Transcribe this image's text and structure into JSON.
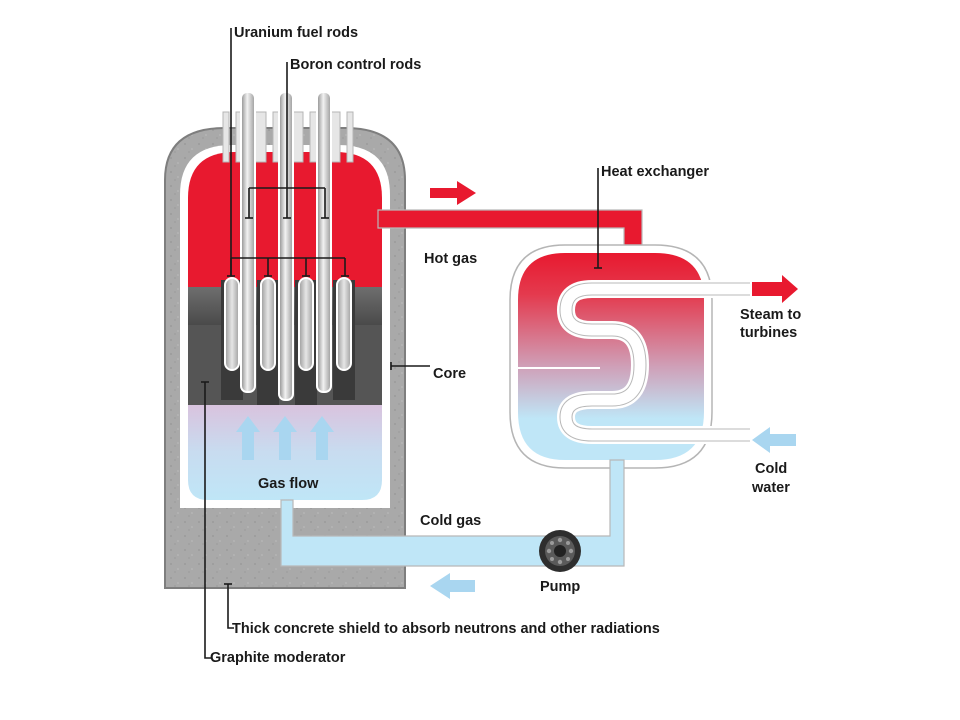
{
  "labels": {
    "uranium_fuel_rods": "Uranium fuel rods",
    "boron_control_rods": "Boron control rods",
    "heat_exchanger": "Heat exchanger",
    "hot_gas": "Hot gas",
    "steam_to_turbines_line1": "Steam to",
    "steam_to_turbines_line2": "turbines",
    "core": "Core",
    "cold_water_line1": "Cold",
    "cold_water_line2": "water",
    "gas_flow": "Gas flow",
    "cold_gas": "Cold gas",
    "pump": "Pump",
    "concrete_shield": "Thick concrete shield to absorb neutrons and other radiations",
    "graphite_moderator": "Graphite moderator"
  },
  "colors": {
    "hot": "#e8192f",
    "cold": "#bfe6f7",
    "concrete": "#a7a7a7",
    "graphite": "#5c5c5c",
    "arrow_cold": "#a9d6f0"
  }
}
